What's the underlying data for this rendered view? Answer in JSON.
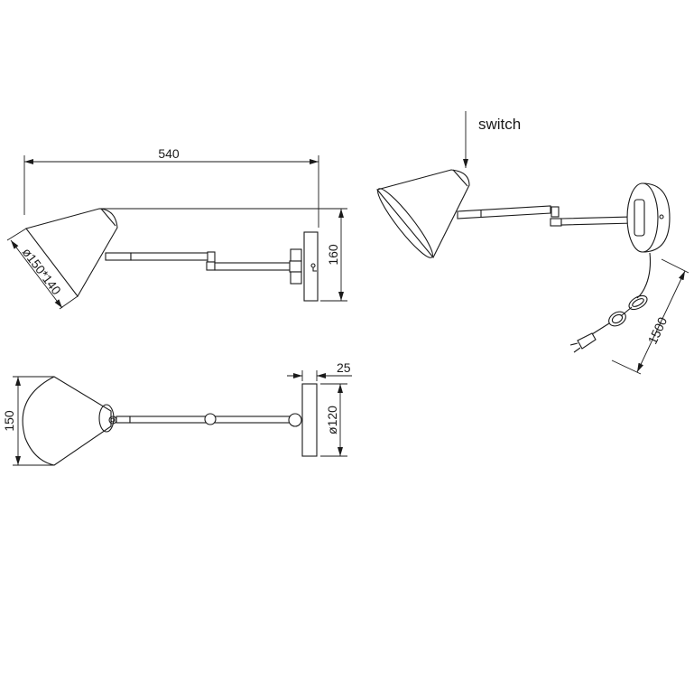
{
  "side_view": {
    "width_label": "540",
    "height_label": "160",
    "shade_label": "ø150*140"
  },
  "top_view": {
    "shade_width_label": "150",
    "plate_depth_label": "25",
    "plate_diameter_label": "ø120"
  },
  "perspective_view": {
    "switch_label": "switch",
    "cord_length_label": "1500"
  }
}
